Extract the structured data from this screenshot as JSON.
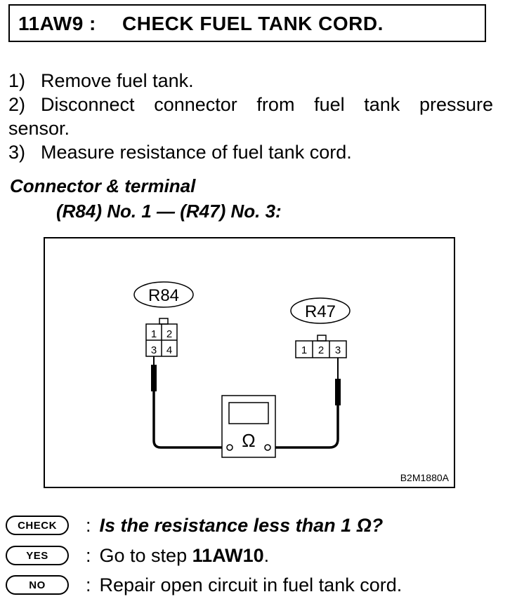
{
  "header": {
    "step_id": "11AW9 :",
    "title": "CHECK FUEL TANK CORD."
  },
  "steps": [
    {
      "num": "1)",
      "text": "Remove fuel tank."
    },
    {
      "num": "2)",
      "text_line1": "Disconnect connector from fuel tank pressure",
      "text_line2": "sensor."
    },
    {
      "num": "3)",
      "text": "Measure resistance of fuel tank cord."
    }
  ],
  "connector_terminal": {
    "label": "Connector & terminal",
    "spec": "(R84) No. 1 — (R47) No. 3:"
  },
  "diagram": {
    "connector_left": {
      "name": "R84",
      "pins": [
        "1",
        "2",
        "3",
        "4"
      ]
    },
    "connector_right": {
      "name": "R47",
      "pins": [
        "1",
        "2",
        "3"
      ]
    },
    "meter_symbol": "Ω",
    "figure_code": "B2M1880A"
  },
  "legend": {
    "check": {
      "badge": "CHECK",
      "colon": ":",
      "text": "Is the resistance less than 1 Ω?"
    },
    "yes": {
      "badge": "YES",
      "colon": ":",
      "text_prefix": "Go to step ",
      "text_step": "11AW10",
      "text_suffix": "."
    },
    "no": {
      "badge": "NO",
      "colon": ":",
      "text": "Repair open circuit in fuel tank cord."
    }
  }
}
